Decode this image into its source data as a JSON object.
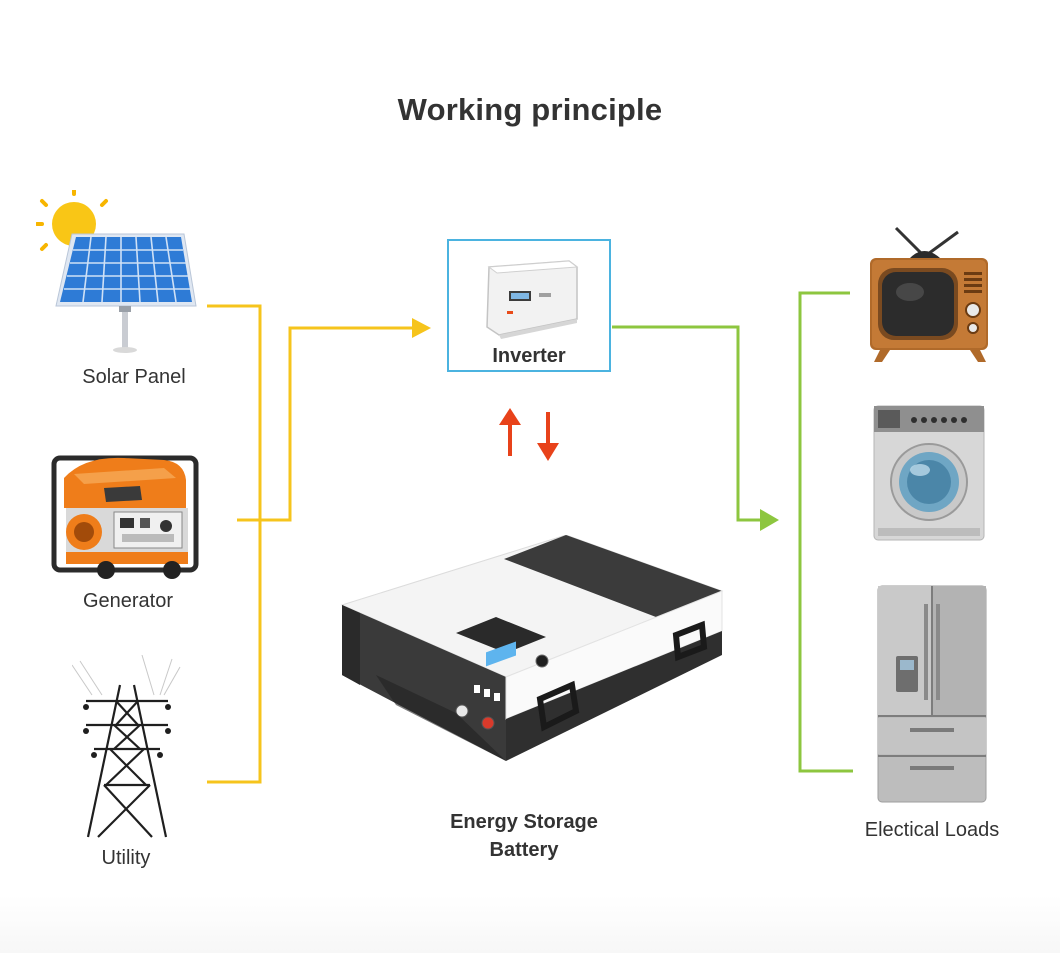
{
  "title": "Working principle",
  "sources": {
    "solar_panel": "Solar Panel",
    "generator": "Generator",
    "utility": "Utility"
  },
  "inverter": {
    "label": "Inverter"
  },
  "battery": {
    "line1": "Energy Storage",
    "line2": "Battery"
  },
  "loads": {
    "label": "Electical Loads"
  },
  "colors": {
    "source_line": "#f6c41c",
    "load_line": "#8dc63f",
    "inverter_border": "#4bb3e0",
    "battery_arrows": "#e8421a"
  }
}
